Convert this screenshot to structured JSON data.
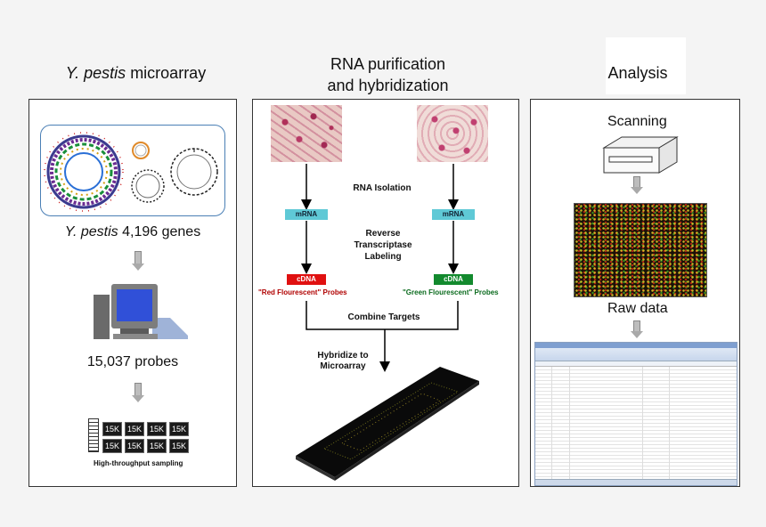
{
  "panels": {
    "left": {
      "title_italic": "Y. pestis",
      "title_rest": " microarray",
      "genes_italic": "Y. pestis",
      "genes_rest": " 4,196 genes",
      "probes": "15,037 probes",
      "grid_cells": [
        "15K",
        "15K",
        "15K",
        "15K",
        "15K",
        "15K",
        "15K",
        "15K"
      ],
      "sampling": "High-throughput sampling"
    },
    "middle": {
      "title_line1": "RNA purification",
      "title_line2": "and hybridization",
      "rna_isolation": "RNA Isolation",
      "mrna_left": "mRNA",
      "mrna_right": "mRNA",
      "rt_line1": "Reverse",
      "rt_line2": "Transcriptase",
      "rt_line3": "Labeling",
      "cdna_left": "cDNA",
      "cdna_right": "cDNA",
      "red_probes": "\"Red Flourescent\" Probes",
      "green_probes": "\"Green Flourescent\" Probes",
      "combine": "Combine Targets",
      "hyb_line1": "Hybridize to",
      "hyb_line2": "Microarray"
    },
    "right": {
      "title": "Analysis",
      "scanning": "Scanning",
      "raw_data": "Raw data"
    }
  },
  "colors": {
    "red_tag": "#e01010",
    "green_tag": "#138a2e",
    "mrna_tag": "#5fc9d6",
    "red_text": "#b00000",
    "green_text": "#0b6b1e"
  }
}
